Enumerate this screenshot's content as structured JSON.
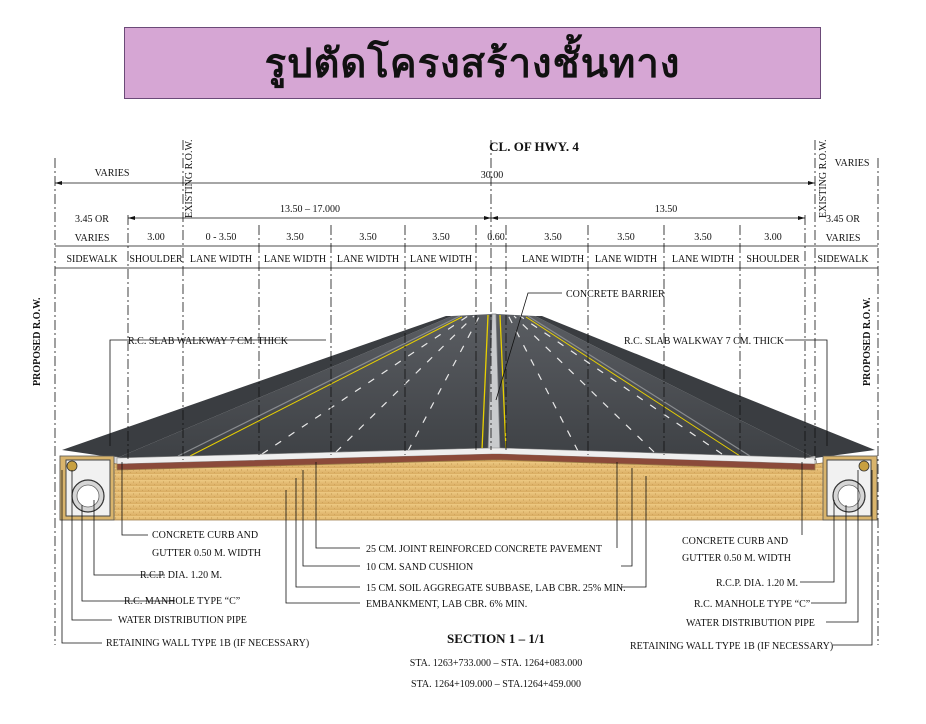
{
  "title": "รูปตัดโครงสร้างชั้นทาง",
  "centerline": "CL. OF HWY. 4",
  "dims": {
    "varies_left": "VARIES",
    "varies_right": "VARIES",
    "total": "30.00",
    "left_half": "13.50 – 17.000",
    "right_half": "13.50",
    "sidewalk_left_a": "3.45 OR",
    "sidewalk_left_b": "VARIES",
    "sidewalk_right_a": "3.45 OR",
    "sidewalk_right_b": "VARIES",
    "segments": [
      "3.00",
      "0 - 3.50",
      "3.50",
      "3.50",
      "3.50",
      "0.60",
      "3.50",
      "3.50",
      "3.50",
      "3.00"
    ]
  },
  "row_labels": {
    "existing_left": "EXISTING R.O.W.",
    "existing_right": "EXISTING R.O.W.",
    "proposed_left": "PROPOSED R.O.W.",
    "proposed_right": "PROPOSED R.O.W."
  },
  "element_row": {
    "sidewalk_left": "SIDEWALK",
    "shoulder_left": "SHOULDER",
    "lane1": "LANE WIDTH",
    "lane2": "LANE WIDTH",
    "lane3": "LANE WIDTH",
    "lane4": "LANE WIDTH",
    "lane5": "LANE WIDTH",
    "lane6": "LANE WIDTH",
    "lane7": "LANE WIDTH",
    "shoulder_right": "SHOULDER",
    "sidewalk_right": "SIDEWALK"
  },
  "callouts": {
    "concrete_barrier": "CONCRETE BARRIER",
    "walkway_left": "R.C. SLAB WALKWAY 7 CM. THICK",
    "walkway_right": "R.C. SLAB WALKWAY 7 CM. THICK",
    "curb_left_a": "CONCRETE CURB AND",
    "curb_left_b": "GUTTER 0.50 M. WIDTH",
    "curb_right_a": "CONCRETE CURB AND",
    "curb_right_b": "GUTTER 0.50 M. WIDTH",
    "rcp_left": "R.C.P. DIA. 1.20 M.",
    "rcp_right": "R.C.P. DIA. 1.20 M.",
    "manhole_left": "R.C. MANHOLE TYPE “C”",
    "manhole_right": "R.C. MANHOLE TYPE “C”",
    "water_left": "WATER DISTRIBUTION PIPE",
    "water_right": "WATER DISTRIBUTION PIPE",
    "wall_left": "RETAINING WALL TYPE 1B (IF NECESSARY)",
    "wall_right": "RETAINING WALL TYPE 1B (IF NECESSARY)",
    "pavement": "25 CM. JOINT REINFORCED CONCRETE PAVEMENT",
    "sand": "10 CM. SAND CUSHION",
    "subbase": "15 CM. SOIL AGGREGATE SUBBASE, LAB CBR. 25% MIN.",
    "embankment": "EMBANKMENT, LAB CBR. 6% MIN."
  },
  "section": {
    "title": "SECTION 1 – 1/1",
    "sta1": "STA. 1263+733.000 – STA. 1264+083.000",
    "sta2": "STA. 1264+109.000 – STA.1264+459.000"
  },
  "colors": {
    "banner": "#d6a6d4",
    "asphalt": "#4a4d52",
    "embankment": "#e6c27a",
    "subbase": "#8b4a3a",
    "lane_line": "#e8d000"
  }
}
